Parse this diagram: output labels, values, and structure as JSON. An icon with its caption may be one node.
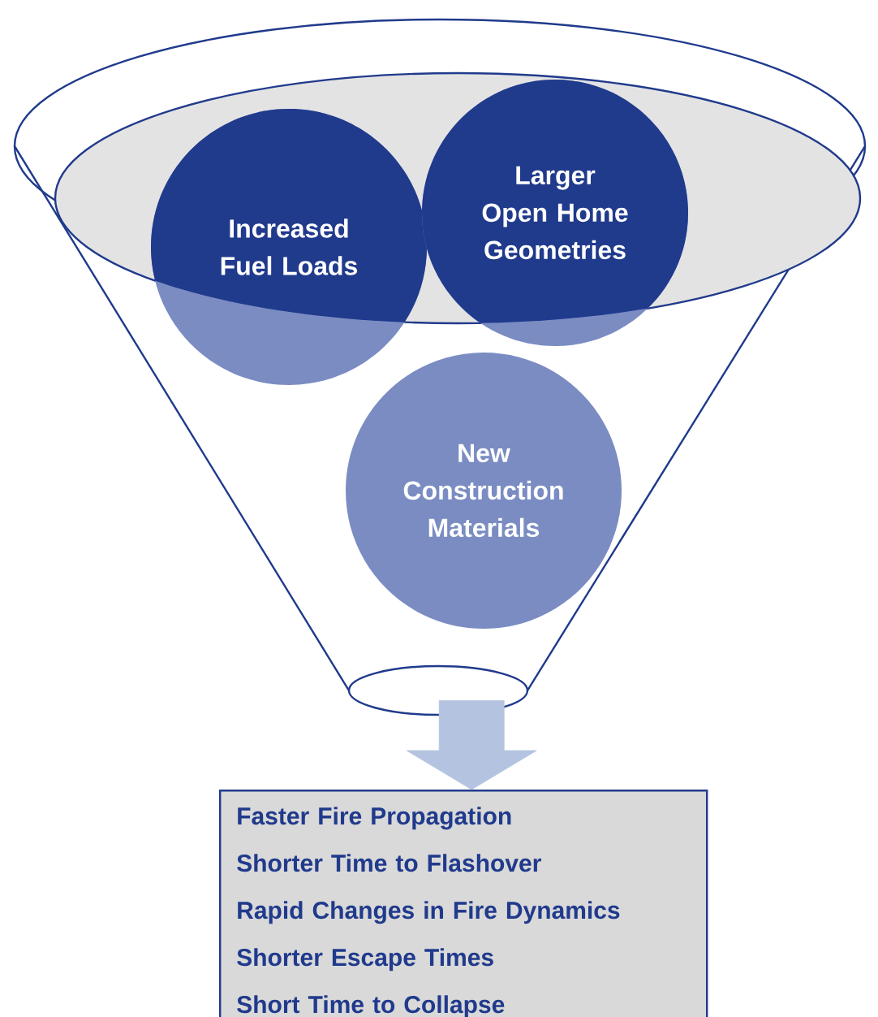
{
  "diagram": {
    "nodes": [
      {
        "text": [],
        "shape": "funnel"
      },
      {
        "text": [
          "Increased Fuel Loads"
        ],
        "in": 0
      },
      {
        "text": [
          "Larger Open Home Geometries"
        ],
        "in": 0
      },
      {
        "text": [
          "New Construction Materials"
        ],
        "in": 0
      },
      {
        "text": [
          "Faster Fire Propagation",
          "Shorter Time to Flashover",
          "Rapid Changes in Fire Dynamics",
          "Shorter Escape Times",
          "Short Time to Collapse"
        ]
      }
    ],
    "edges": [
      {
        "from": 0,
        "to": 4,
        "arrow": "to"
      }
    ]
  }
}
